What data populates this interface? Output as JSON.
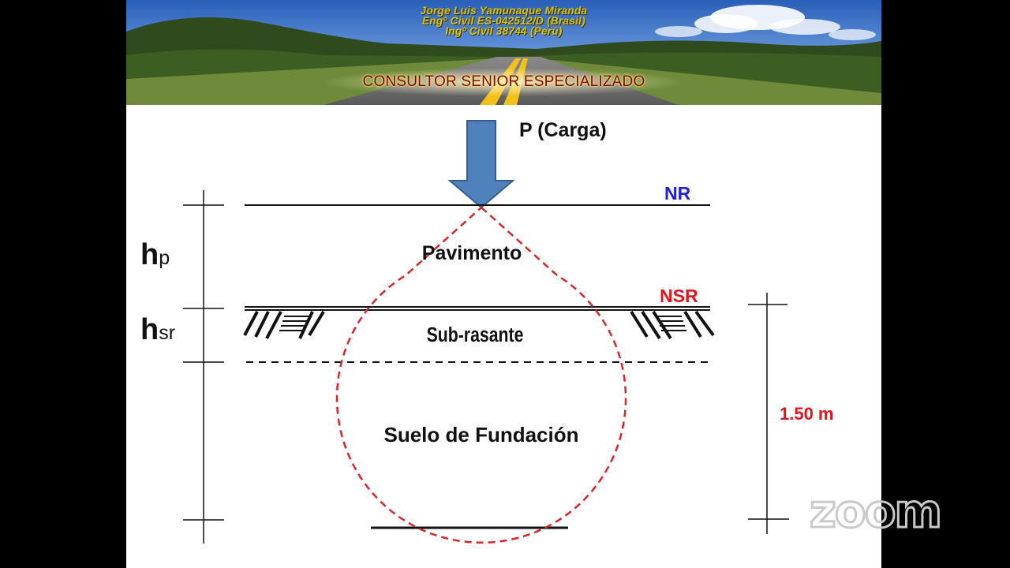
{
  "banner": {
    "author_lines": [
      "Jorge Luis Yamunaque Miranda",
      "Engº Civil ES-042512/D (Brasil)",
      "Ingº Civil 38744 (Perú)"
    ],
    "tagline": "CONSULTOR SENIOR ESPECIALIZADO"
  },
  "diagram": {
    "load_label": "P (Carga)",
    "nr_label": "NR",
    "nsr_label": "NSR",
    "hp_main": "h",
    "hp_sub": "p",
    "hsr_main": "h",
    "hsr_sub": "sr",
    "pavimento_label": "Pavimento",
    "subrasante_label": "Sub-rasante",
    "suelo_label": "Suelo de Fundación",
    "depth_label": "1.50 m",
    "colors": {
      "arrow_fill": "#4f81bd",
      "arrow_stroke": "#385d8a",
      "nr": "#1f1fd6",
      "nsr": "#e0141e",
      "bulb": "#d9262c",
      "depth": "#e0141e"
    }
  },
  "overlay": {
    "zoom_logo": "zoom"
  }
}
